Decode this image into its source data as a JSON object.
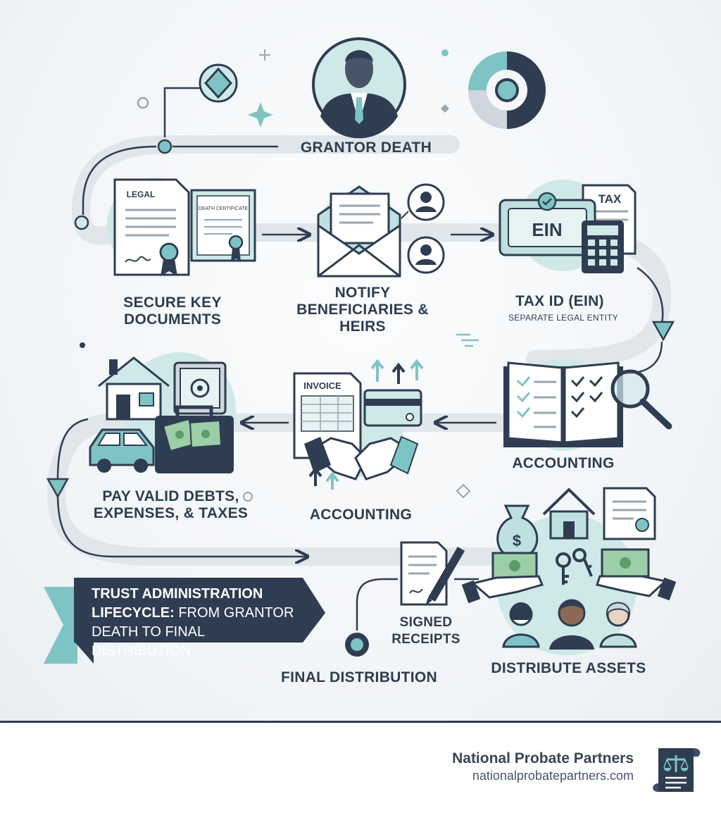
{
  "steps": {
    "grantor_death": "GRANTOR DEATH",
    "secure_documents": "SECURE KEY DOCUMENTS",
    "notify": "NOTIFY BENEFICIARIES & HEIRS",
    "tax_id": "TAX ID (EIN)",
    "tax_id_sub": "SEPARATE LEGAL ENTITY",
    "accounting_right": "ACCOUNTING",
    "accounting_mid": "ACCOUNTING",
    "pay_debts": "PAY VALID DEBTS, EXPENSES, & TAXES",
    "signed_receipts": "SIGNED RECEIPTS",
    "distribute_assets": "DISTRIBUTE ASSETS",
    "final_distribution": "FINAL DISTRIBUTION"
  },
  "icon_text": {
    "legal": "LEGAL",
    "death_certificate": "DEATH CERTIFICATE",
    "ein": "EIN",
    "tax": "TAX",
    "invoice": "INVOICE"
  },
  "banner": {
    "line1": "TRUST ADMINISTRATION",
    "line2_bold": "LIFECYCLE:",
    "line2_rest": " FROM GRANTOR",
    "line3": "DEATH TO FINAL DISTRIBUTION"
  },
  "footer": {
    "brand_name": "National Probate Partners",
    "brand_url": "nationalprobatepartners.com"
  },
  "colors": {
    "navy": "#2f3d52",
    "teal": "#7fc4c4",
    "teal_light": "#cfe8e8",
    "path": "#e2e7ec"
  },
  "icons": [
    "person-icon",
    "document-icon",
    "certificate-icon",
    "envelope-icon",
    "user-icon",
    "calculator-icon",
    "ledger-icon",
    "magnifier-icon",
    "house-icon",
    "safe-icon",
    "car-icon",
    "briefcase-icon",
    "invoice-icon",
    "credit-card-icon",
    "handshake-icon",
    "money-bag-icon",
    "key-icon",
    "pen-icon",
    "scale-icon"
  ]
}
